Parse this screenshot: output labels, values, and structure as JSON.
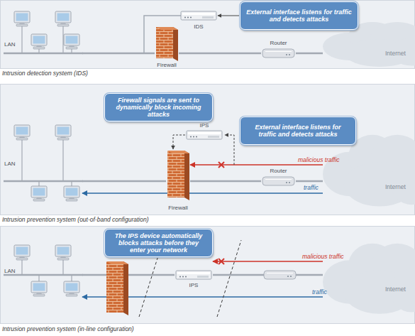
{
  "diagram": {
    "nodes": [
      {
        "text": [
          "External interface listens for traffic and detects attacks"
        ]
      },
      {
        "text": [
          "IDS"
        ]
      },
      {
        "text": [
          "LAN"
        ]
      },
      {
        "text": [
          "Firewall"
        ]
      },
      {
        "text": [
          "Router"
        ]
      },
      {
        "text": [
          "Internet"
        ]
      },
      {
        "text": [
          "Firewall signals are sent to dynamically block incoming attacks"
        ]
      },
      {
        "text": [
          "IPS"
        ]
      },
      {
        "text": [
          "External interface listens for traffic and detects attacks"
        ]
      },
      {
        "text": [
          "LAN"
        ]
      },
      {
        "text": [
          "Firewall"
        ]
      },
      {
        "text": [
          "Router"
        ]
      },
      {
        "text": [
          "Internet"
        ]
      },
      {
        "text": [
          "The IPS device automatically blocks attacks before they enter your network"
        ]
      },
      {
        "text": [
          "LAN"
        ]
      },
      {
        "text": [
          "IPS"
        ]
      },
      {
        "text": [
          "Internet"
        ]
      }
    ],
    "edges": [
      {
        "from": 0,
        "to": 1,
        "arrow": "to"
      },
      {
        "from": 2,
        "to": 3,
        "arrow": "none"
      },
      {
        "from": 3,
        "to": 4,
        "arrow": "none"
      },
      {
        "from": 4,
        "to": 5,
        "arrow": "none"
      },
      {
        "from": 7,
        "to": 10,
        "arrow": "to"
      },
      {
        "from": 9,
        "to": 10,
        "arrow": "none"
      },
      {
        "from": 10,
        "to": 11,
        "arrow": "none"
      },
      {
        "from": 11,
        "to": 12,
        "arrow": "none"
      },
      {
        "from": 12,
        "to": 10,
        "label": "malicious traffic",
        "arrow": "to"
      },
      {
        "from": 12,
        "to": 9,
        "label": "traffic",
        "arrow": "to"
      },
      {
        "from": 14,
        "to": 15,
        "arrow": "none"
      },
      {
        "from": 15,
        "to": 16,
        "arrow": "none"
      },
      {
        "from": 16,
        "to": 15,
        "label": "malicious traffic",
        "arrow": "to"
      },
      {
        "from": 16,
        "to": 14,
        "label": "traffic",
        "arrow": "to"
      }
    ],
    "labels": [
      "Intrusion detection system (IDS)",
      "Intrusion prevention system (out-of-band configuration)",
      "Intrusion prevention system (in-line configuration)"
    ]
  }
}
